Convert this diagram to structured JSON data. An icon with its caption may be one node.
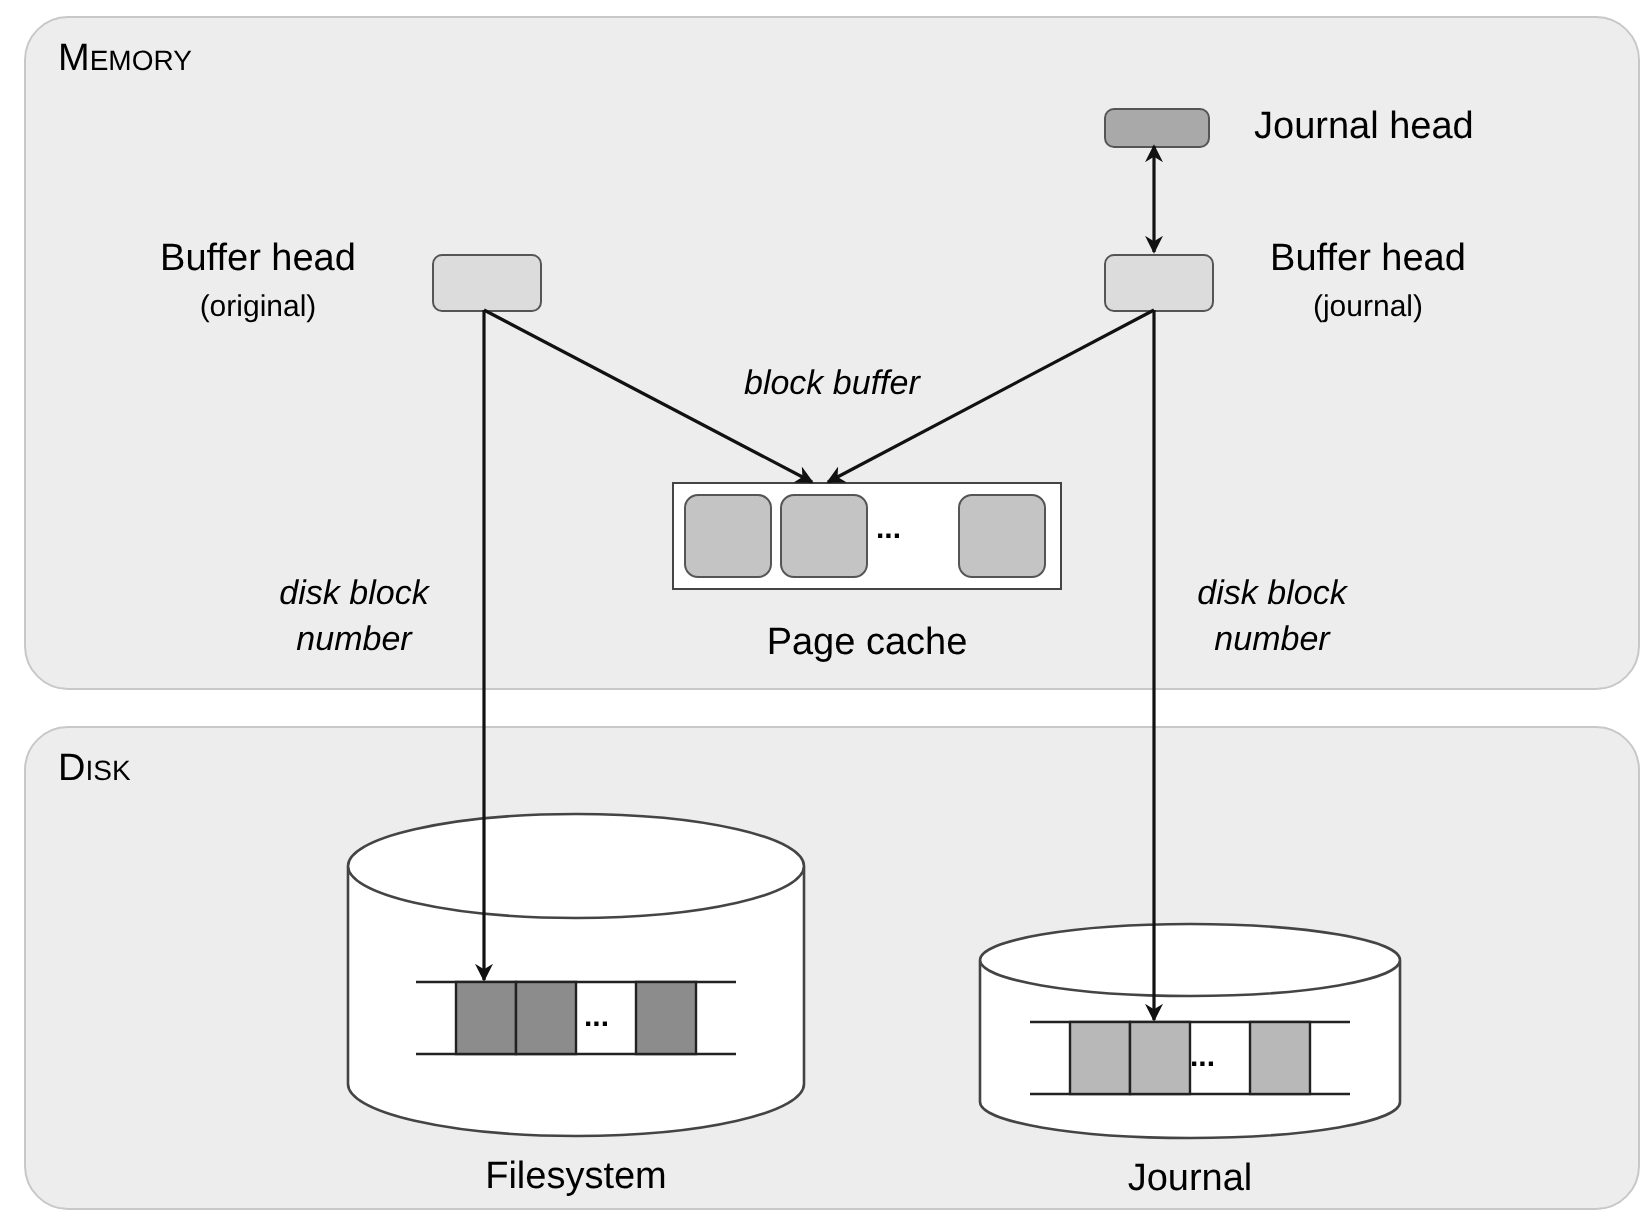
{
  "diagram": {
    "nodes": [
      {
        "text": [
          "MEMORY"
        ]
      },
      {
        "text": [
          "DISK"
        ]
      },
      {
        "text": [
          "Journal head"
        ],
        "in": 0
      },
      {
        "text": [
          "Buffer head",
          "(original)"
        ],
        "in": 0
      },
      {
        "text": [
          "Buffer head",
          "(journal)"
        ],
        "in": 0
      },
      {
        "text": [
          "Page cache"
        ],
        "in": 0
      },
      {
        "text": [
          "Filesystem"
        ],
        "in": 1
      },
      {
        "text": [
          "Journal"
        ],
        "in": 1
      }
    ],
    "edges": [
      {
        "from": 2,
        "to": 4,
        "arrow": "both"
      },
      {
        "from": 3,
        "to": 5,
        "arrow": "to"
      },
      {
        "from": 4,
        "to": 5,
        "arrow": "to"
      },
      {
        "from": 3,
        "to": 6,
        "arrow": "to",
        "label": "disk block number"
      },
      {
        "from": 4,
        "to": 7,
        "arrow": "to",
        "label": "disk block number"
      }
    ],
    "labels": [
      "block buffer",
      "...",
      "...",
      "..."
    ]
  }
}
